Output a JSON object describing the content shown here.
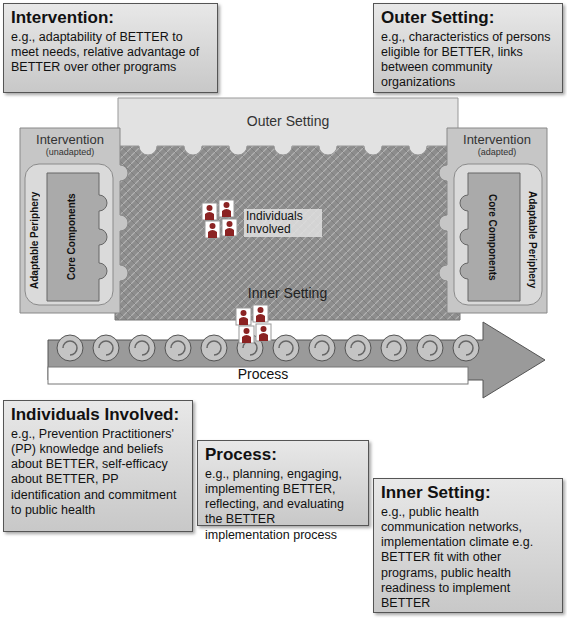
{
  "diagram": {
    "nodes": [
      {
        "text": [
          "Intervention:",
          "e.g., adaptability of BETTER to meet needs, relative advantage of BETTER over other programs"
        ]
      },
      {
        "text": [
          "Outer Setting:",
          "e.g., characteristics of persons eligible for BETTER, links between community organizations"
        ]
      },
      {
        "text": [
          "Outer Setting"
        ]
      },
      {
        "text": [
          "Intervention",
          "(unadapted)",
          "Adaptable Periphery"
        ]
      },
      {
        "text": [
          "Core Components"
        ],
        "in": 3
      },
      {
        "text": [
          "Inner Setting"
        ]
      },
      {
        "text": [
          "Individuals Involved"
        ],
        "in": 5
      },
      {
        "text": [
          "Intervention",
          "(adapted)",
          "Adaptable Periphery"
        ]
      },
      {
        "text": [
          "Core Components"
        ],
        "in": 7
      },
      {
        "text": [
          "Process"
        ]
      },
      {
        "text": [
          "Individuals Involved:",
          "e.g., Prevention Practitioners' (PP) knowledge and beliefs about BETTER, self-efficacy about BETTER, PP identification and commitment to public health"
        ]
      },
      {
        "text": [
          "Process:",
          "e.g., planning, engaging, implementing BETTER, reflecting, and evaluating the BETTER implementation process"
        ]
      },
      {
        "text": [
          "Inner Setting:",
          "e.g., public health communication networks, implementation climate e.g. BETTER fit with other programs, public health readiness to implement BETTER"
        ]
      }
    ]
  }
}
